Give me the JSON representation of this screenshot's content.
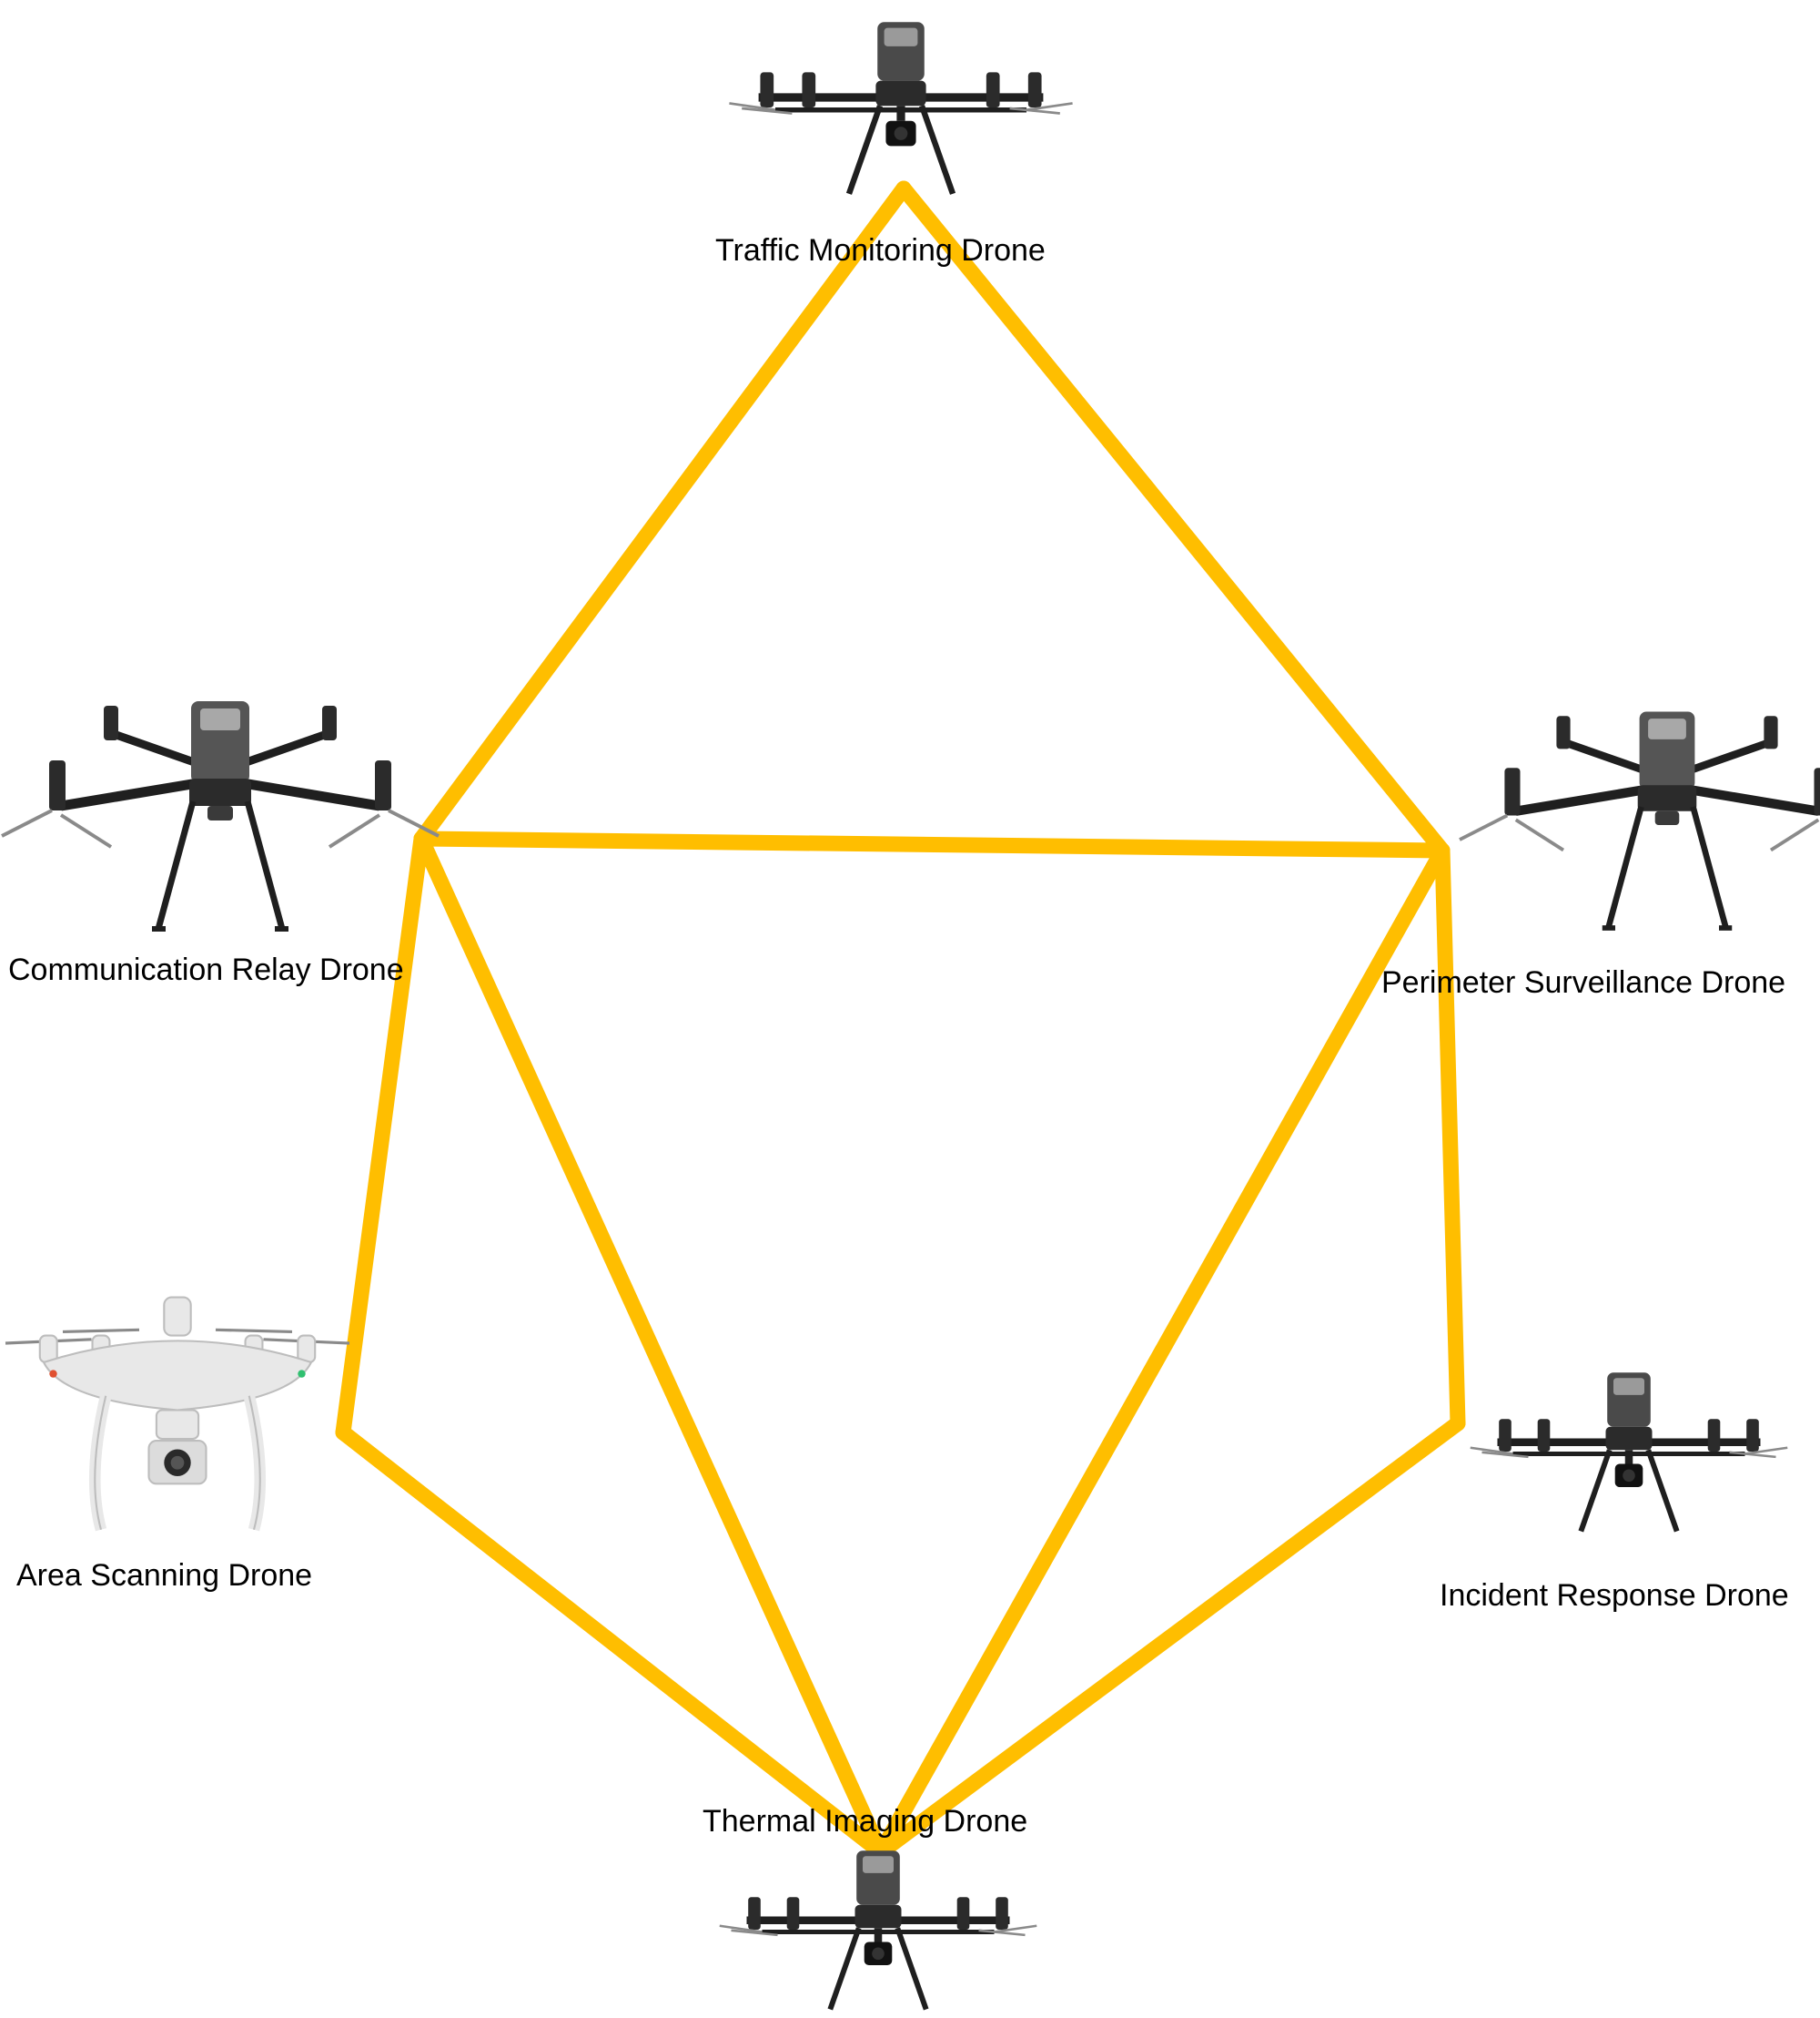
{
  "link_color": "#FFBE00",
  "drone_colors": {
    "dark_body": "#2b2b2b",
    "dark_arm": "#1f1f1f",
    "prop": "#8a8a8a",
    "camera": "#111111",
    "light_body": "#e8e8e8",
    "light_outline": "#bdbdbd",
    "led_red": "#e05030",
    "led_green": "#30c070"
  },
  "drones": [
    {
      "id": "traffic",
      "label": "Traffic Monitoring Drone",
      "style": "dark-top-camera-icon"
    },
    {
      "id": "relay",
      "label": "Communication Relay Drone",
      "style": "dark-folded-icon"
    },
    {
      "id": "perimeter",
      "label": "Perimeter Surveillance Drone",
      "style": "dark-folded-icon"
    },
    {
      "id": "scanning",
      "label": "Area Scanning Drone",
      "style": "white-quad-camera-icon"
    },
    {
      "id": "incident",
      "label": "Incident Response Drone",
      "style": "dark-top-camera-icon"
    },
    {
      "id": "thermal",
      "label": "Thermal Imaging Drone",
      "style": "dark-top-camera-icon"
    }
  ],
  "links": [
    [
      "traffic",
      "relay"
    ],
    [
      "traffic",
      "perimeter"
    ],
    [
      "relay",
      "perimeter"
    ],
    [
      "relay",
      "scanning"
    ],
    [
      "relay",
      "thermal"
    ],
    [
      "perimeter",
      "thermal"
    ],
    [
      "perimeter",
      "incident"
    ],
    [
      "scanning",
      "thermal"
    ],
    [
      "incident",
      "thermal"
    ]
  ]
}
